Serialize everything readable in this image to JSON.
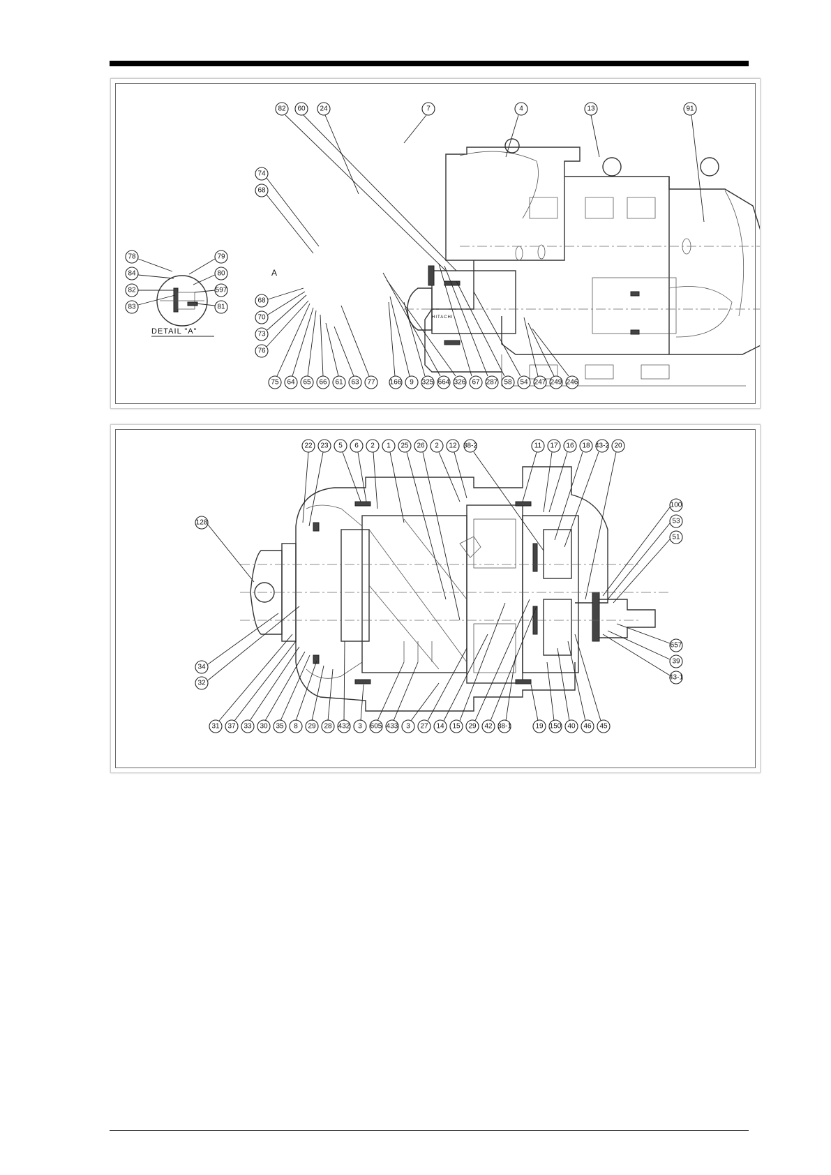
{
  "figure1": {
    "detail_label": "DETAIL \"A\"",
    "view_marker": "A",
    "nameplate_text": "HITACHI",
    "callouts_top": [
      "82",
      "60",
      "24",
      "7",
      "4",
      "13",
      "91"
    ],
    "callouts_left": [
      "74",
      "68",
      "68",
      "70",
      "73",
      "76"
    ],
    "callouts_detail_left": [
      "78",
      "84",
      "82",
      "83"
    ],
    "callouts_detail_right": [
      "79",
      "80",
      "597",
      "81"
    ],
    "callouts_bottom": [
      "75",
      "64",
      "65",
      "66",
      "61",
      "63",
      "77",
      "166",
      "9",
      "325",
      "664",
      "326",
      "67",
      "287",
      "58",
      "54",
      "247",
      "249",
      "246"
    ]
  },
  "figure2": {
    "callouts_top": [
      "22",
      "23",
      "5",
      "6",
      "2",
      "1",
      "25",
      "26",
      "2",
      "12",
      "38-2",
      "11",
      "17",
      "16",
      "18",
      "43-2",
      "20"
    ],
    "callouts_left": [
      "128",
      "34",
      "32"
    ],
    "callouts_right": [
      "100",
      "53",
      "51",
      "657",
      "39",
      "43-1"
    ],
    "callouts_bottom": [
      "31",
      "37",
      "33",
      "30",
      "35",
      "8",
      "29",
      "28",
      "432",
      "3",
      "605",
      "433",
      "3",
      "27",
      "14",
      "15",
      "29",
      "42",
      "38-1",
      "19",
      "150",
      "40",
      "46",
      "45"
    ]
  }
}
